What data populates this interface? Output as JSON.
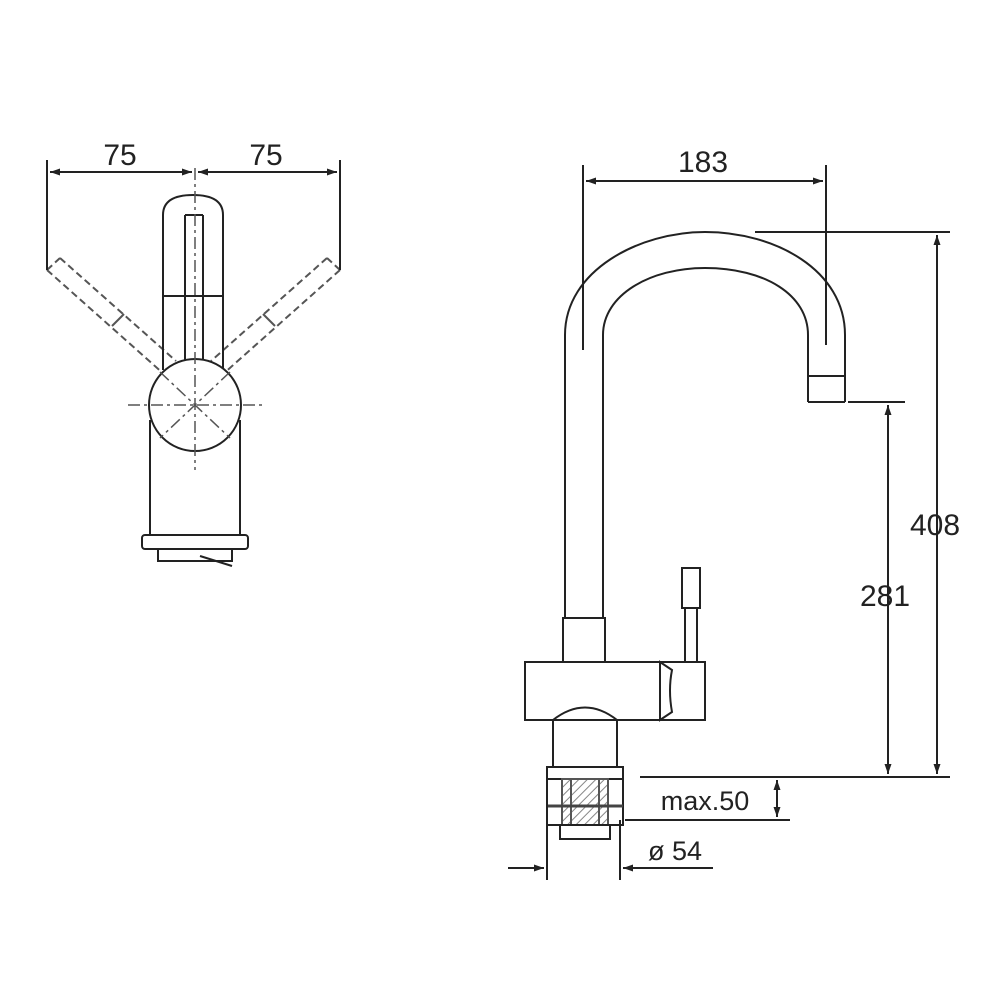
{
  "dimensions": {
    "handle_left_reach": "75",
    "handle_right_reach": "75",
    "spout_reach": "183",
    "total_height": "408",
    "outlet_height": "281",
    "max_deck_thickness": "max.50",
    "mounting_hole_diameter": "ø 54"
  },
  "colors": {
    "line": "#222222",
    "hatch": "#888888",
    "background": "#ffffff"
  }
}
